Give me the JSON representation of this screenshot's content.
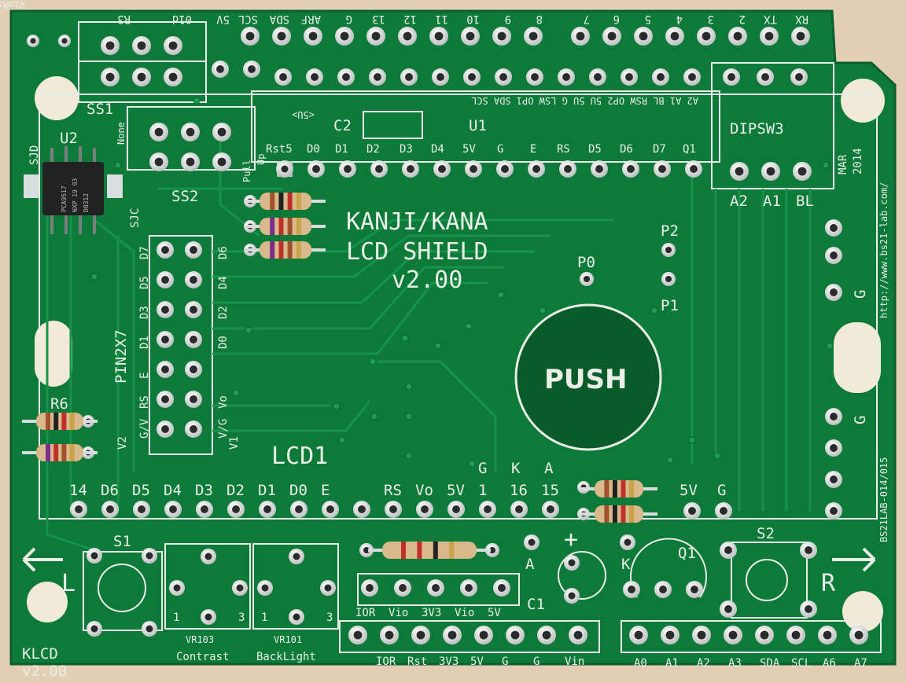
{
  "colors": {
    "board": "#0e7a3a",
    "trace": "#128a44",
    "silk": "#e9efe6",
    "pad": "#e9ecec",
    "hole": "#2b2b2b",
    "background": "#e6d4bd"
  },
  "board": {
    "title_line1": "KANJI/KANA",
    "title_line2": "LCD SHIELD",
    "title_line3": "v2.00",
    "push_label": "PUSH",
    "lcd_label": "LCD1",
    "pin_header_label": "PIN2X7",
    "dipsw_label": "DIPSW3",
    "date_line1": "MAR",
    "date_line2": "2014",
    "url": "http://www.bs21-lab.com/",
    "part_number": "BS21LAB-014/015",
    "bottom_logo_line1": "KLCD",
    "bottom_logo_line2": "v2.00"
  },
  "top_labels": {
    "left": [
      "VioRst",
      "R3",
      "01d"
    ],
    "arduino": [
      "5V",
      "SCL",
      "SDA",
      "ARF",
      "G",
      "13",
      "12",
      "11",
      "10",
      "9",
      "8",
      "7",
      "6",
      "5",
      "4",
      "3",
      "2",
      "TX",
      "RX"
    ],
    "row2_mirrored": "A2  A1  BL  RSW OP2 5U  5U  G   LSW      OP1 SDA SCL",
    "row2_voltage": "<5U>",
    "u1_row": [
      "Rst5",
      "D0",
      "D1",
      "D2",
      "D3",
      "D4",
      "5V",
      "G",
      "E",
      "RS",
      "D5",
      "D6",
      "D7",
      "Q1"
    ]
  },
  "components": {
    "u2": "U2",
    "u2_chip": [
      "PCA9517",
      "NXP 19 03",
      "D0312"
    ],
    "c2": "C2",
    "u1": "U1",
    "ss1": "SS1",
    "ss2": "SS2",
    "sjd": "SJD",
    "sjc": "SJC",
    "none": "None",
    "pull": "Pull",
    "up": "Up",
    "r6": "R6",
    "p0": "P0",
    "p1": "P1",
    "p2": "P2",
    "s1": "S1",
    "s2": "S2",
    "q1": "Q1",
    "c1": "C1",
    "plus": "+",
    "a_mark": "A",
    "k_mark": "K",
    "left_letter": "L",
    "right_letter": "R",
    "ground": "G"
  },
  "dip_labels": [
    "A2",
    "A1",
    "BL"
  ],
  "pin2x7_left": [
    "D7",
    "D5",
    "D3",
    "D1",
    "E",
    "RS",
    "G/V"
  ],
  "pin2x7_right": [
    "D6",
    "D4",
    "D2",
    "D0",
    "",
    "Vo",
    "V/G"
  ],
  "pin2x7_extra": [
    "V2",
    "V1"
  ],
  "lcd_row": [
    "14",
    "D6",
    "D5",
    "D4",
    "D3",
    "D2",
    "D1",
    "D0",
    "E",
    "",
    "RS",
    "Vo",
    "5V",
    "1",
    "16",
    "15"
  ],
  "lcd_row_top": [
    "G",
    "K",
    "A"
  ],
  "lcd_row_right": [
    "5V",
    "G"
  ],
  "vr103": [
    "VR103",
    "Contrast"
  ],
  "vr101": [
    "VR101",
    "BackLight"
  ],
  "vr_pins": [
    "1",
    "3"
  ],
  "header_small": [
    "IOR",
    "Vio",
    "3V3",
    "Vio",
    "5V"
  ],
  "header_power": [
    "IOR",
    "Rst",
    "3V3",
    "5V",
    "G",
    "G",
    "Vin"
  ],
  "header_analog": [
    "A0",
    "A1",
    "A2",
    "A3",
    "SDA",
    "SCL",
    "A6",
    "A7"
  ]
}
